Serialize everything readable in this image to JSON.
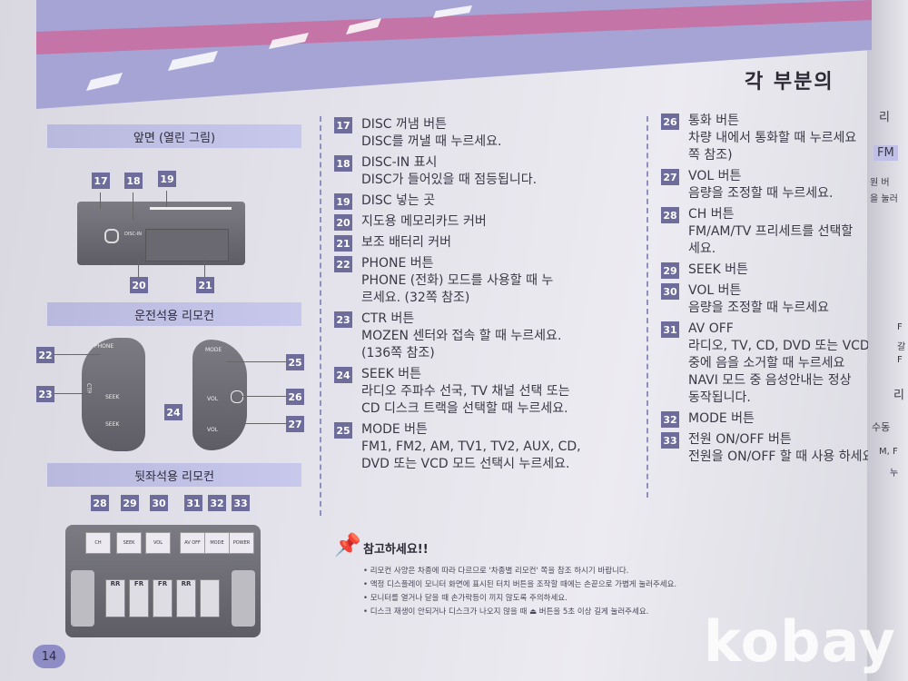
{
  "section_title": "각 부분의",
  "page_number": "14",
  "watermark": "kobay",
  "boxes": {
    "front": "앞면 (열린 그림)",
    "driver_remote": "운전석용 리모컨",
    "rear_remote": "뒷좌석용 리모컨"
  },
  "front_callouts": [
    "17",
    "18",
    "19",
    "20",
    "21"
  ],
  "front_label_small": "DISC-IN",
  "driver_callouts": [
    "22",
    "23",
    "24",
    "25",
    "26",
    "27"
  ],
  "driver_buttons": {
    "phone": "PHONE",
    "ctr": "CTR",
    "seek_up": "SEEK",
    "seek_down": "SEEK",
    "mode": "MODE",
    "vol_up": "VOL",
    "vol_down": "VOL"
  },
  "rear_callouts": [
    "28",
    "29",
    "30",
    "31",
    "32",
    "33"
  ],
  "rear_buttons": [
    "CH",
    "SEEK",
    "VOL",
    "AV OFF",
    "MODE",
    "POWER"
  ],
  "rear_seat_labels": [
    "RR",
    "FR",
    "FR",
    "RR"
  ],
  "middle_items": [
    {
      "num": "17",
      "lines": [
        "DISC 꺼냄 버튼",
        "DISC를 꺼낼 때 누르세요."
      ]
    },
    {
      "num": "18",
      "lines": [
        "DISC-IN 표시",
        "DISC가 들어있을 때 점등됩니다."
      ]
    },
    {
      "num": "19",
      "lines": [
        "DISC 넣는 곳"
      ]
    },
    {
      "num": "20",
      "lines": [
        "지도용 메모리카드 커버"
      ]
    },
    {
      "num": "21",
      "lines": [
        "보조 배터리 커버"
      ]
    },
    {
      "num": "22",
      "lines": [
        "PHONE 버튼",
        "PHONE (전화) 모드를 사용할 때 누",
        "르세요. (32쪽 참조)"
      ]
    },
    {
      "num": "23",
      "lines": [
        "CTR 버튼",
        "MOZEN 센터와 접속 할 때 누르세요.",
        "(136쪽 참조)"
      ]
    },
    {
      "num": "24",
      "lines": [
        "SEEK 버튼",
        "라디오 주파수 선국, TV 채널 선택 또는",
        "CD 디스크 트랙을 선택할 때 누르세요."
      ]
    },
    {
      "num": "25",
      "lines": [
        "MODE 버튼",
        "FM1, FM2, AM, TV1, TV2, AUX, CD,",
        "DVD 또는 VCD 모드 선택시 누르세요."
      ]
    }
  ],
  "right_items": [
    {
      "num": "26",
      "lines": [
        "통화 버튼",
        "차량 내에서 통화할 때 누르세요",
        "쪽 참조)"
      ]
    },
    {
      "num": "27",
      "lines": [
        "VOL 버튼",
        "음량을 조정할 때 누르세요."
      ]
    },
    {
      "num": "28",
      "lines": [
        "CH 버튼",
        "FM/AM/TV 프리세트를 선택할",
        "세요."
      ]
    },
    {
      "num": "29",
      "lines": [
        "SEEK 버튼"
      ]
    },
    {
      "num": "30",
      "lines": [
        "VOL 버튼",
        "음량을 조정할 때 누르세요"
      ]
    },
    {
      "num": "31",
      "lines": [
        "AV OFF",
        "라디오, TV, CD, DVD 또는 VCD",
        "중에 음을 소거할 때 누르세요",
        "NAVI 모드 중 음성안내는 정상",
        "동작됩니다."
      ]
    },
    {
      "num": "32",
      "lines": [
        "MODE 버튼"
      ]
    },
    {
      "num": "33",
      "lines": [
        "전원 ON/OFF 버튼",
        "전원을 ON/OFF 할 때 사용 하세요"
      ]
    }
  ],
  "note_title": "참고하세요!!",
  "notes": [
    "리모컨 사양은 차종에 따라 다르므로 '차종별 리모컨' 쪽을 참조 하시기 바랍니다.",
    "액정 디스플레이 모니터 화면에 표시된 터치 버튼을 조작할 때에는 손끝으로 가볍게 눌러주세요.",
    "모니터를 열거나 닫을 때 손가락등이 끼지 않도록 주의하세요.",
    "디스크 재생이 안되거나 디스크가 나오지 않을 때 ⏏ 버튼을 5초 이상 길게 눌러주세요."
  ],
  "next_page_fragments": [
    "리",
    "FM",
    "원 버",
    "을 눌러",
    "F",
    "갈",
    "F",
    "리",
    "수동",
    "M, F",
    "누"
  ],
  "colors": {
    "accent": "#6d6c9b",
    "banner": "#9b9ad0",
    "box": "#c0c0e6"
  }
}
